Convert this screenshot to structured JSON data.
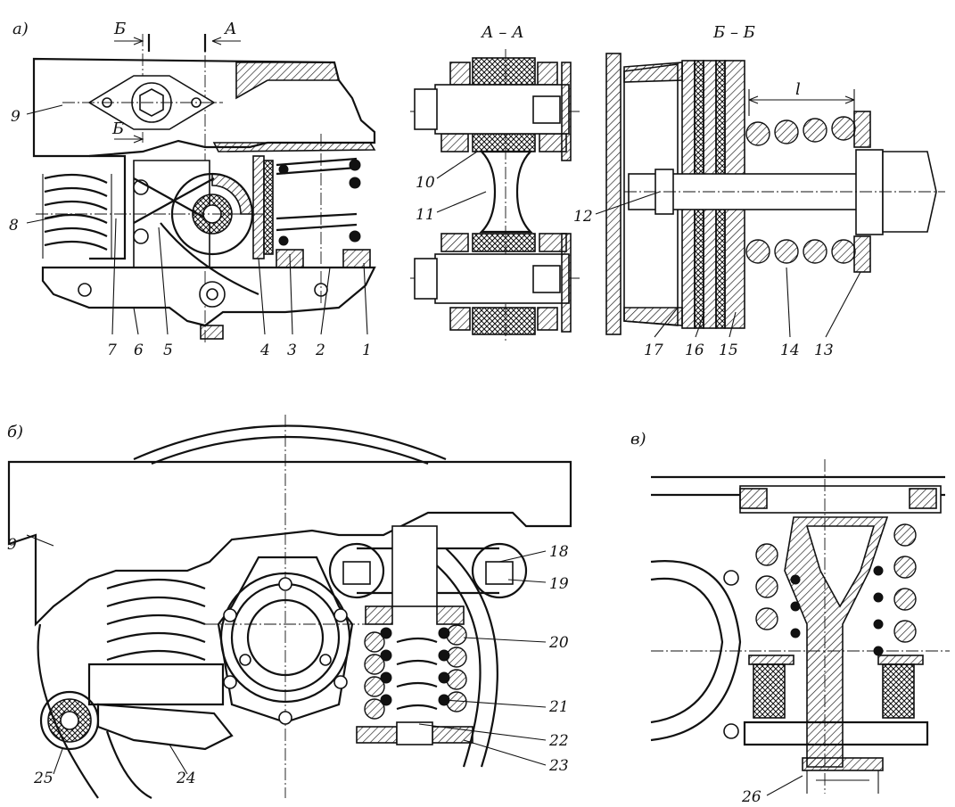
{
  "panels": {
    "a": {
      "label": "a)",
      "section_aa": "А – А",
      "section_bb": "Б – Б",
      "cut_a": "А",
      "cut_b": "Б",
      "cut_b2": "Б",
      "dimension": "l"
    },
    "b": {
      "label": "б)"
    },
    "v": {
      "label": "в)"
    }
  },
  "callouts": {
    "n1": "1",
    "n2": "2",
    "n3": "3",
    "n4": "4",
    "n5": "5",
    "n6": "6",
    "n7": "7",
    "n8": "8",
    "n9a": "9",
    "n9b": "9",
    "n10": "10",
    "n11": "11",
    "n12": "12",
    "n13": "13",
    "n14": "14",
    "n15": "15",
    "n16": "16",
    "n17": "17",
    "n18": "18",
    "n19": "19",
    "n20": "20",
    "n21": "21",
    "n22": "22",
    "n23": "23",
    "n24": "24",
    "n25": "25",
    "n26": "26"
  }
}
